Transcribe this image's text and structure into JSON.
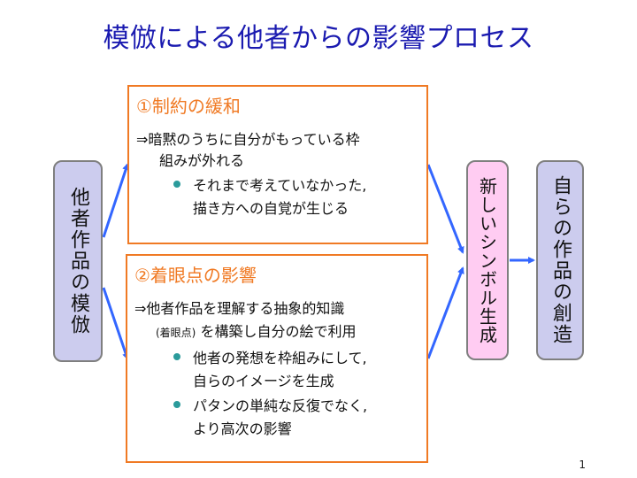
{
  "title": "模倣による他者からの影響プロセス",
  "left_box": {
    "text": "他者作品の模倣"
  },
  "box1": {
    "heading": "①制約の緩和",
    "line1": "⇒暗黙のうちに自分がもっている枠",
    "line2": "組みが外れる",
    "bullets": [
      {
        "line1": "それまで考えていなかった,",
        "line2": "描き方への自覚が生じる"
      }
    ]
  },
  "box2": {
    "heading": "②着眼点の影響",
    "line1": "⇒他者作品を理解する抽象的知識",
    "line2_small": "(着眼点)",
    "line2_rest": " を構築し自分の絵で利用",
    "bullets": [
      {
        "line1": "他者の発想を枠組みにして,",
        "line2": "自らのイメージを生成"
      },
      {
        "line1": "パタンの単純な反復でなく,",
        "line2": "より高次の影響"
      }
    ]
  },
  "middle_box": {
    "text": "新しいシンボル生成"
  },
  "right_box": {
    "text": "自らの作品の創造"
  },
  "page_number": "1",
  "colors": {
    "title": "#1a1ab0",
    "box_border": "#f07a24",
    "heading": "#f07a24",
    "arrow": "#3366ff",
    "left_fill": "#ccccee",
    "middle_fill": "#ffccf2",
    "right_fill": "#ccccee",
    "bullet": "#2b9b9b"
  }
}
